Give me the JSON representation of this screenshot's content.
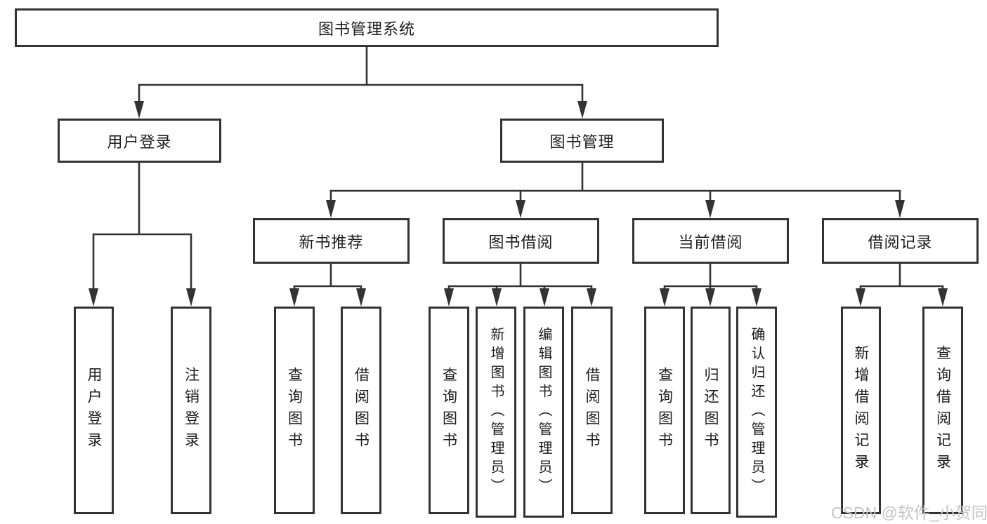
{
  "diagram": {
    "root": {
      "label": "图书管理系统"
    },
    "level2": [
      {
        "label": "用户登录"
      },
      {
        "label": "图书管理"
      }
    ],
    "level3": [
      {
        "label": "新书推荐"
      },
      {
        "label": "图书借阅"
      },
      {
        "label": "当前借阅"
      },
      {
        "label": "借阅记录"
      }
    ],
    "leaves": {
      "user_login": [
        {
          "label": "用户登录"
        },
        {
          "label": "注销登录"
        }
      ],
      "new_book": [
        {
          "label": "查询图书"
        },
        {
          "label": "借阅图书"
        }
      ],
      "book_borrow": [
        {
          "label": "查询图书"
        },
        {
          "label": "新增图书（管理员）"
        },
        {
          "label": "编辑图书（管理员）"
        },
        {
          "label": "借阅图书"
        }
      ],
      "current_borrow": [
        {
          "label": "查询图书"
        },
        {
          "label": "归还图书"
        },
        {
          "label": "确认归还（管理员）"
        }
      ],
      "borrow_record": [
        {
          "label": "新增借阅记录"
        },
        {
          "label": "查询借阅记录"
        }
      ]
    }
  },
  "watermark": {
    "text": "CSDN @软件_小贺同学",
    "color": "#c4c4c4"
  },
  "colors": {
    "line": "#333333",
    "box_border": "#333333",
    "text": "#1c1c1c",
    "background": "#ffffff"
  }
}
